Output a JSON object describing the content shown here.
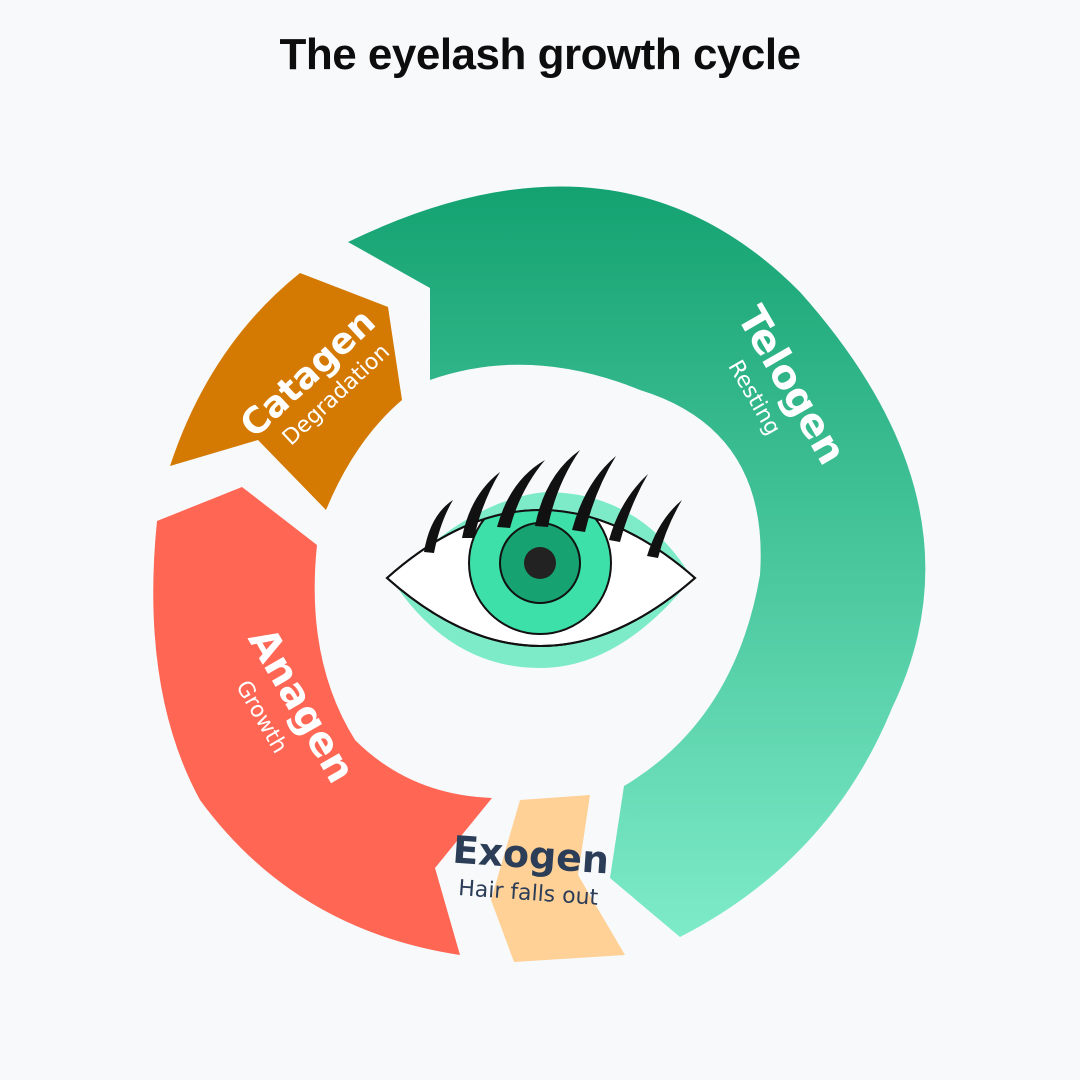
{
  "title": "The eyelash growth cycle",
  "phases": {
    "telogen": {
      "name": "Telogen",
      "desc": "Resting"
    },
    "catagen": {
      "name": "Catagen",
      "desc": "Degradation"
    },
    "anagen": {
      "name": "Anagen",
      "desc": "Growth"
    },
    "exogen": {
      "name": "Exogen",
      "desc": "Hair falls out"
    }
  },
  "colors": {
    "telogen_start": "#14a271",
    "telogen_end": "#7eebc8",
    "catagen": "#d47a03",
    "anagen": "#ff6654",
    "exogen": "#ffd196",
    "iris": "#3de0a8",
    "iris_inner": "#17a271",
    "eyelid": "#7eebc8",
    "text_light": "#ffffff",
    "text_dark": "#2c3e57"
  },
  "icons": [
    "eye-icon"
  ]
}
